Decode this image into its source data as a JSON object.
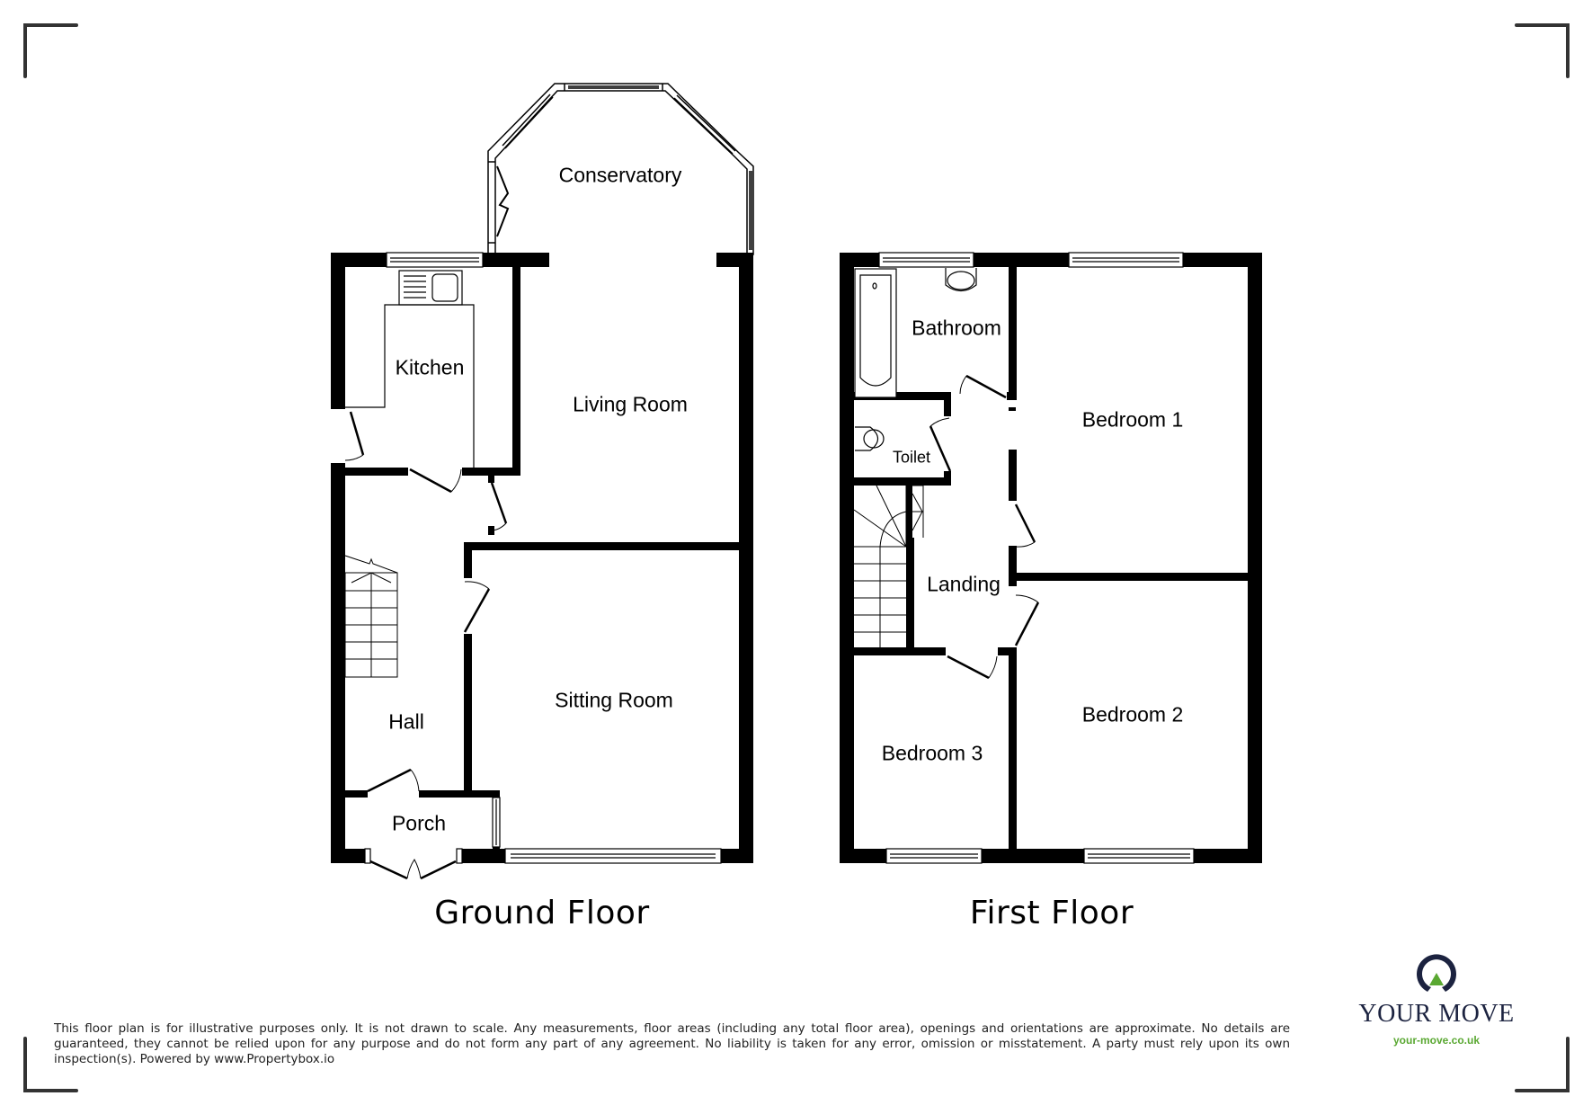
{
  "floors": [
    {
      "title": "Ground Floor",
      "rooms": [
        {
          "name": "Conservatory"
        },
        {
          "name": "Kitchen"
        },
        {
          "name": "Living Room"
        },
        {
          "name": "Sitting Room"
        },
        {
          "name": "Hall"
        },
        {
          "name": "Porch"
        }
      ]
    },
    {
      "title": "First Floor",
      "rooms": [
        {
          "name": "Bathroom"
        },
        {
          "name": "Toilet"
        },
        {
          "name": "Landing"
        },
        {
          "name": "Bedroom 1"
        },
        {
          "name": "Bedroom 2"
        },
        {
          "name": "Bedroom 3"
        }
      ]
    }
  ],
  "disclaimer": "This floor plan is for illustrative purposes only. It is not drawn to scale. Any measurements, floor areas (including any total floor area), openings and orientations are approximate. No details are guaranteed, they cannot be relied upon for any purpose and do not form any part of any agreement. No liability is taken for any error, omission or misstatement. A party must rely upon its own inspection(s). Powered by www.Propertybox.io",
  "logo": {
    "name": "YOUR MOVE",
    "url": "your-move.co.uk",
    "icon": "location-pin-logo-icon",
    "colors": {
      "navy": "#1c2340",
      "green": "#5aa832"
    }
  },
  "colors": {
    "wall": "#000000",
    "frame": "#333333"
  }
}
